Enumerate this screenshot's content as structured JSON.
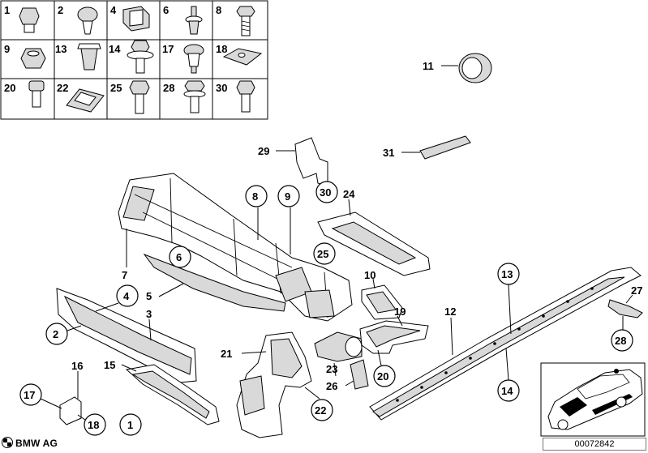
{
  "fastener_grid": {
    "cells": [
      {
        "label": "1",
        "icon": "cap-nut-icon"
      },
      {
        "label": "2",
        "icon": "push-rivet-icon"
      },
      {
        "label": "4",
        "icon": "clip-icon"
      },
      {
        "label": "6",
        "icon": "expanding-rivet-icon"
      },
      {
        "label": "8",
        "icon": "hex-bolt-icon"
      },
      {
        "label": "9",
        "icon": "hex-nut-icon"
      },
      {
        "label": "13",
        "icon": "plastic-nut-icon"
      },
      {
        "label": "14",
        "icon": "collar-screw-icon"
      },
      {
        "label": "17",
        "icon": "expanding-nut-icon"
      },
      {
        "label": "18",
        "icon": "spring-nut-icon"
      },
      {
        "label": "20",
        "icon": "socket-screw-icon"
      },
      {
        "label": "22",
        "icon": "speed-clip-icon"
      },
      {
        "label": "25",
        "icon": "hex-bolt-icon"
      },
      {
        "label": "28",
        "icon": "hex-bolt-washer-icon"
      },
      {
        "label": "30",
        "icon": "hex-bolt-icon"
      }
    ]
  },
  "callouts": {
    "c1": "1",
    "c2": "2",
    "c3": "3",
    "c4": "4",
    "c5": "5",
    "c6": "6",
    "c7": "7",
    "c8": "8",
    "c9": "9",
    "c10": "10",
    "c11": "11",
    "c12": "12",
    "c13": "13",
    "c14": "14",
    "c15": "15",
    "c16": "16",
    "c17": "17",
    "c18": "18",
    "c19": "19",
    "c20": "20",
    "c21": "21",
    "c22": "22",
    "c23": "23",
    "c24": "24",
    "c25": "25",
    "c26": "26",
    "c27": "27",
    "c28": "28",
    "c29": "29",
    "c30": "30",
    "c31": "31"
  },
  "brand": "BMW AG",
  "document_number": "00072842"
}
